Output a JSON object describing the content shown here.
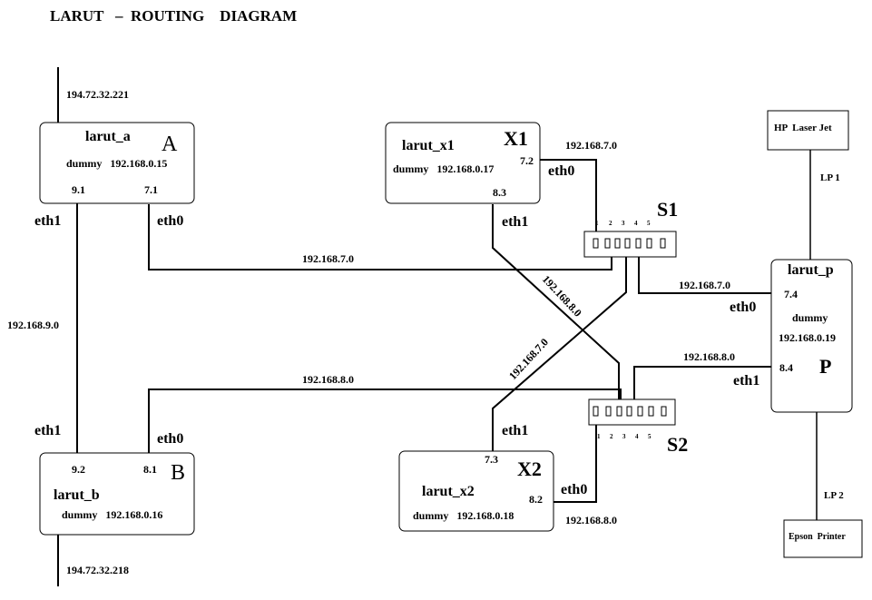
{
  "title": "LARUT   –  ROUTING    DIAGRAM",
  "hosts": {
    "larut_a": {
      "name": "larut_a",
      "letter": "A",
      "dummy": "dummy   192.168.0.15",
      "if_a": "9.1",
      "if_b": "7.1",
      "eth_left": "eth1",
      "eth_right": "eth0",
      "uplink": "194.72.32.221"
    },
    "larut_b": {
      "name": "larut_b",
      "letter": "B",
      "dummy": "dummy   192.168.0.16",
      "if_a": "9.2",
      "if_b": "8.1",
      "eth_left": "eth1",
      "eth_right": "eth0",
      "uplink": "194.72.32.218"
    },
    "larut_x1": {
      "name": "larut_x1",
      "letter": "X1",
      "dummy": "dummy   192.168.0.17",
      "if_a": "7.2",
      "if_b": "8.3",
      "eth_a": "eth0",
      "eth_b": "eth1"
    },
    "larut_x2": {
      "name": "larut_x2",
      "letter": "X2",
      "dummy": "dummy   192.168.0.18",
      "if_a": "7.3",
      "if_b": "8.2",
      "eth_a": "eth1",
      "eth_b": "eth0"
    },
    "larut_p": {
      "name": "larut_p",
      "letter": "P",
      "dummy_label": "dummy",
      "dummy_ip": "192.168.0.19",
      "if_a": "7.4",
      "if_b": "8.4",
      "eth_a": "eth0",
      "eth_b": "eth1"
    }
  },
  "switches": {
    "s1": {
      "label": "S1",
      "ports": [
        "1",
        "2",
        "3",
        "4",
        "5"
      ]
    },
    "s2": {
      "label": "S2",
      "ports": [
        "1",
        "2",
        "3",
        "4",
        "5"
      ]
    }
  },
  "printers": {
    "hp": {
      "label": "HP  Laser Jet",
      "port": "LP 1"
    },
    "epson": {
      "label": "Epson  Printer",
      "port": "LP 2"
    }
  },
  "networks": {
    "n9": "192.168.9.0",
    "n7_a": "192.168.7.0",
    "n8_b": "192.168.8.0",
    "n7_x1": "192.168.7.0",
    "n7_p": "192.168.7.0",
    "n8_p": "192.168.8.0",
    "n8_x2": "192.168.8.0",
    "n8_diag": "192.168.8.0",
    "n7_diag": "192.168.7.0"
  }
}
